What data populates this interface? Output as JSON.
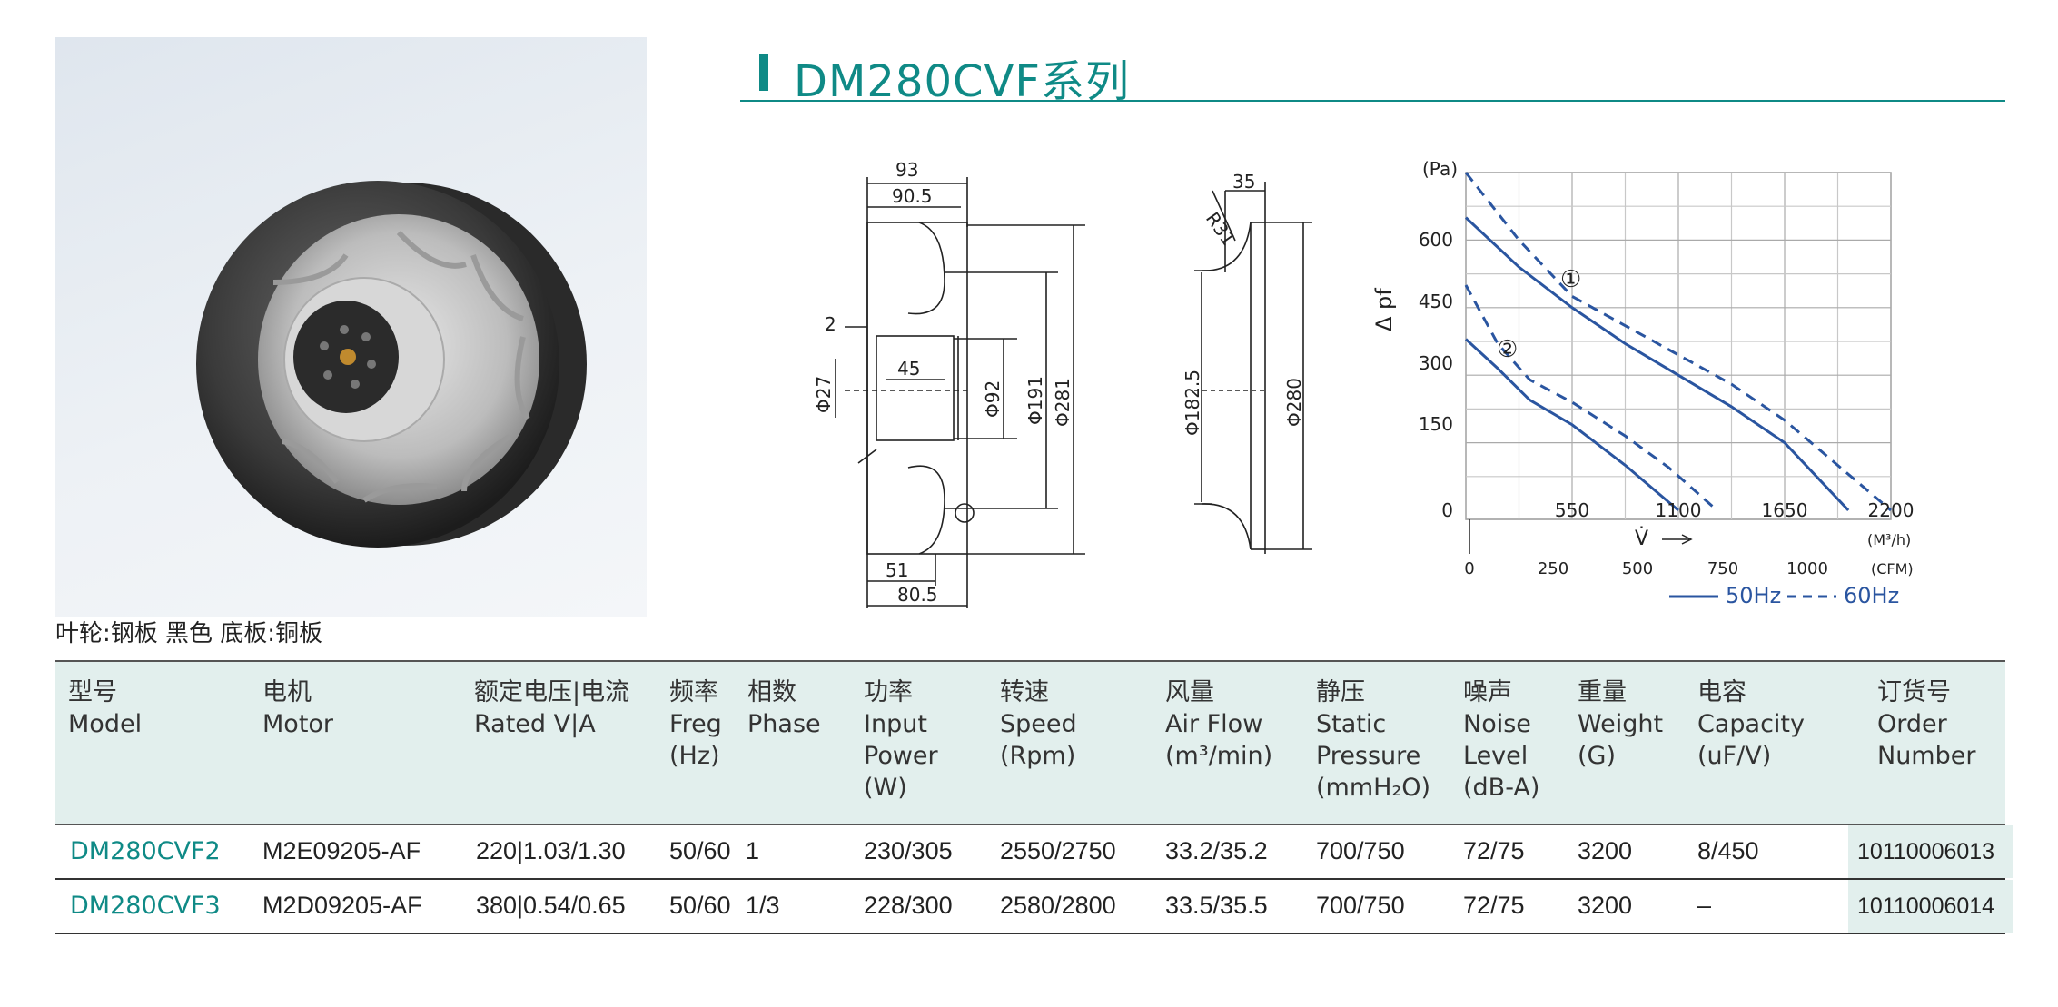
{
  "caption": "叶轮:钢板 黑色 底板:铜板",
  "title": "DM280CVF系列",
  "colors": {
    "accent": "#0f8a86",
    "header_bg": "#e2efed",
    "curve": "#2a55a0"
  },
  "side_view": {
    "dims": [
      "93",
      "90.5",
      "2",
      "Φ27",
      "45",
      "Φ92",
      "Φ191",
      "Φ281",
      "51",
      "80.5"
    ]
  },
  "front_view": {
    "dims": [
      "35",
      "R31",
      "Φ182.5",
      "Φ280"
    ]
  },
  "chart_data": {
    "type": "line",
    "ylabel": "Δ pf",
    "yunit": "(Pa)",
    "y_ticks": [
      "0",
      "150",
      "300",
      "450",
      "600"
    ],
    "x_ticks_m3h": [
      "550",
      "1100",
      "1650",
      "2200"
    ],
    "x_unit_m3h": "(M³/h)",
    "x_ticks_cfm": [
      "0",
      "250",
      "500",
      "750",
      "1000"
    ],
    "x_unit_cfm": "(CFM)",
    "xlabel": "V̇",
    "ylim": [
      0,
      750
    ],
    "xlim": [
      0,
      2200
    ],
    "curve_labels": [
      "①",
      "②"
    ],
    "legend": {
      "solid": "50Hz",
      "dashed": "60Hz"
    },
    "series": [
      {
        "curve": "1",
        "freq": "50Hz",
        "style": "solid",
        "x": [
          0,
          275,
          550,
          825,
          1100,
          1375,
          1650,
          1980
        ],
        "y": [
          650,
          540,
          450,
          370,
          300,
          230,
          150,
          0
        ]
      },
      {
        "curve": "1",
        "freq": "60Hz",
        "style": "dashed",
        "x": [
          0,
          275,
          550,
          825,
          1100,
          1375,
          1650,
          2200
        ],
        "y": [
          750,
          600,
          475,
          410,
          345,
          280,
          200,
          0
        ]
      },
      {
        "curve": "2",
        "freq": "50Hz",
        "style": "solid",
        "x": [
          0,
          165,
          330,
          550,
          825,
          1100
        ],
        "y": [
          380,
          315,
          245,
          190,
          100,
          0
        ]
      },
      {
        "curve": "2",
        "freq": "60Hz",
        "style": "dashed",
        "x": [
          0,
          165,
          330,
          550,
          825,
          1050,
          1300
        ],
        "y": [
          500,
          370,
          290,
          240,
          165,
          95,
          0
        ]
      }
    ]
  },
  "table": {
    "headers": [
      {
        "cn": "型号",
        "en": [
          "Model"
        ]
      },
      {
        "cn": "电机",
        "en": [
          "Motor"
        ]
      },
      {
        "cn": "额定电压|电流",
        "en": [
          "Rated V|A"
        ]
      },
      {
        "cn": "频率",
        "en": [
          "Freg",
          "(Hz)"
        ]
      },
      {
        "cn": "相数",
        "en": [
          "Phase"
        ]
      },
      {
        "cn": "功率",
        "en": [
          "Input",
          "Power",
          "(W)"
        ]
      },
      {
        "cn": "转速",
        "en": [
          "Speed",
          "(Rpm)"
        ]
      },
      {
        "cn": "风量",
        "en": [
          "Air Flow",
          "(m³/min)"
        ]
      },
      {
        "cn": "静压",
        "en": [
          "Static",
          "Pressure",
          "(mmH₂O)"
        ]
      },
      {
        "cn": "噪声",
        "en": [
          "Noise",
          "Level",
          "(dB-A)"
        ]
      },
      {
        "cn": "重量",
        "en": [
          "Weight",
          "(G)"
        ]
      },
      {
        "cn": "电容",
        "en": [
          "Capacity",
          "(uF/V)"
        ]
      },
      {
        "cn": "订货号",
        "en": [
          "Order",
          "Number"
        ]
      }
    ],
    "rows": [
      [
        "DM280CVF2",
        "M2E09205-AF",
        "220|1.03/1.30",
        "50/60",
        "1",
        "230/305",
        "2550/2750",
        "33.2/35.2",
        "700/750",
        "72/75",
        "3200",
        "8/450",
        "10110006013"
      ],
      [
        "DM280CVF3",
        "M2D09205-AF",
        "380|0.54/0.65",
        "50/60",
        "1/3",
        "228/300",
        "2580/2800",
        "33.5/35.5",
        "700/750",
        "72/75",
        "3200",
        "–",
        "10110006014"
      ]
    ]
  }
}
